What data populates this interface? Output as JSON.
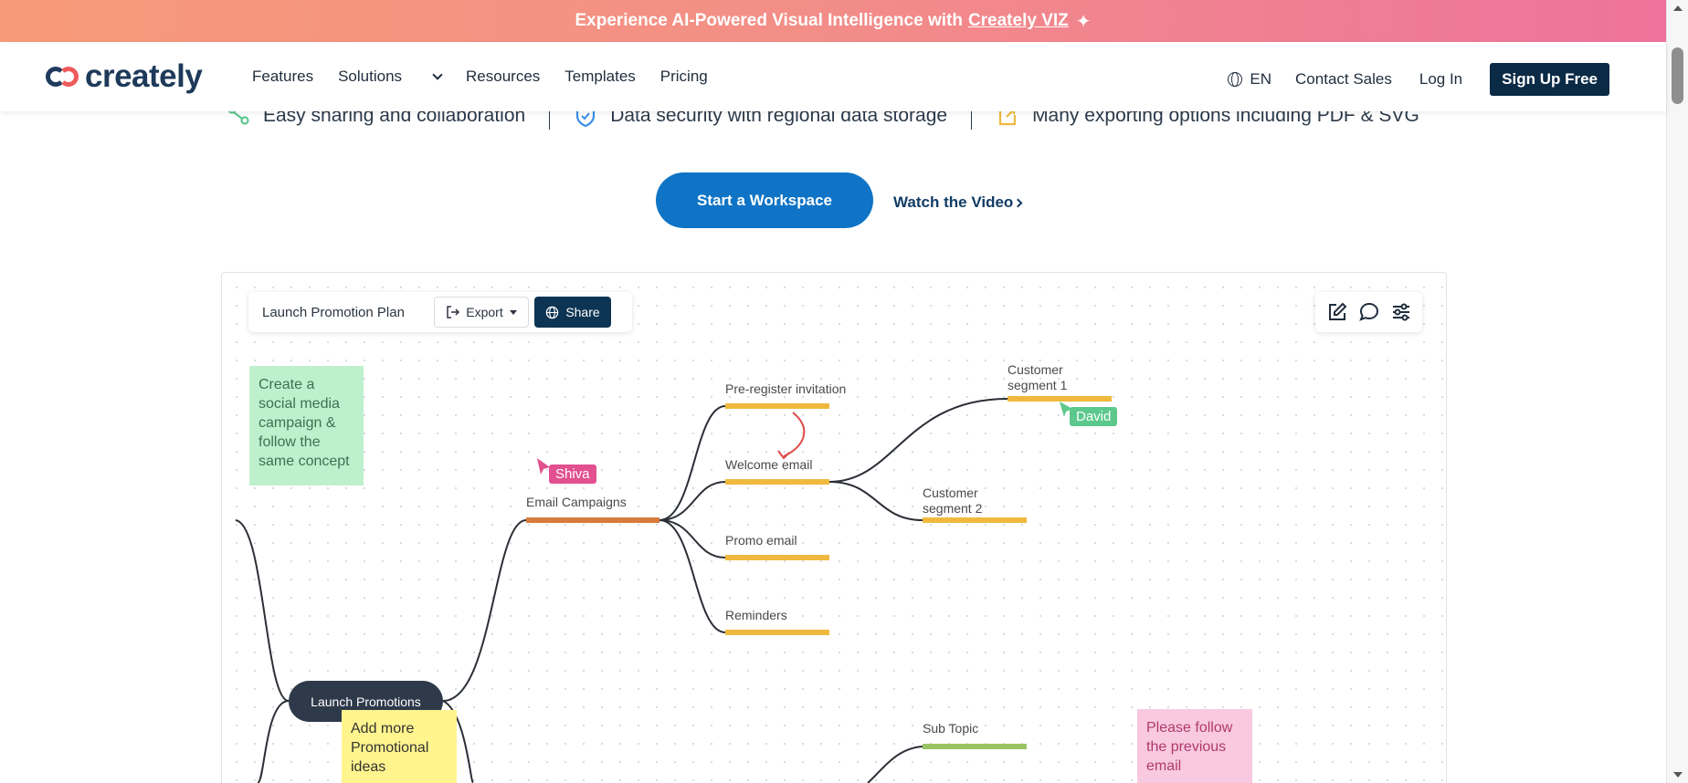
{
  "banner": {
    "text": "Experience AI-Powered Visual Intelligence with",
    "link": "Creately VIZ"
  },
  "header": {
    "logo": "creately",
    "nav": [
      "Features",
      "Solutions",
      "Resources",
      "Templates",
      "Pricing"
    ],
    "lang": "EN",
    "contact": "Contact Sales",
    "login": "Log In",
    "signup": "Sign Up Free"
  },
  "features": [
    "Easy sharing and collaboration",
    "Data security with regional data storage",
    "Many exporting options including PDF & SVG"
  ],
  "cta": {
    "primary": "Start a Workspace",
    "secondary": "Watch the Video"
  },
  "editor": {
    "doc_title": "Launch Promotion Plan",
    "export": "Export",
    "share": "Share",
    "root": "Launch Promotions",
    "nodes": {
      "email_campaigns": "Email Campaigns",
      "pre_register": "Pre-register invitation",
      "welcome": "Welcome email",
      "promo": "Promo email",
      "reminders": "Reminders",
      "segment1_line1": "Customer",
      "segment1_line2": "segment 1",
      "segment2_line1": "Customer",
      "segment2_line2": "segment 2",
      "sub_topic": "Sub Topic"
    },
    "stickies": {
      "green": "Create a social media campaign & follow the same concept",
      "yellow": "Add more Promotional ideas",
      "pink": "Please follow the previous email"
    },
    "cursors": {
      "shiva": "Shiva",
      "david": "David"
    }
  },
  "colors": {
    "brand_dark": "#0b2a45",
    "cta_blue": "#0f74c6",
    "node_bar": "#f0b93e",
    "email_bar": "#d87b3c",
    "sub_topic_bar": "#9ac463"
  }
}
